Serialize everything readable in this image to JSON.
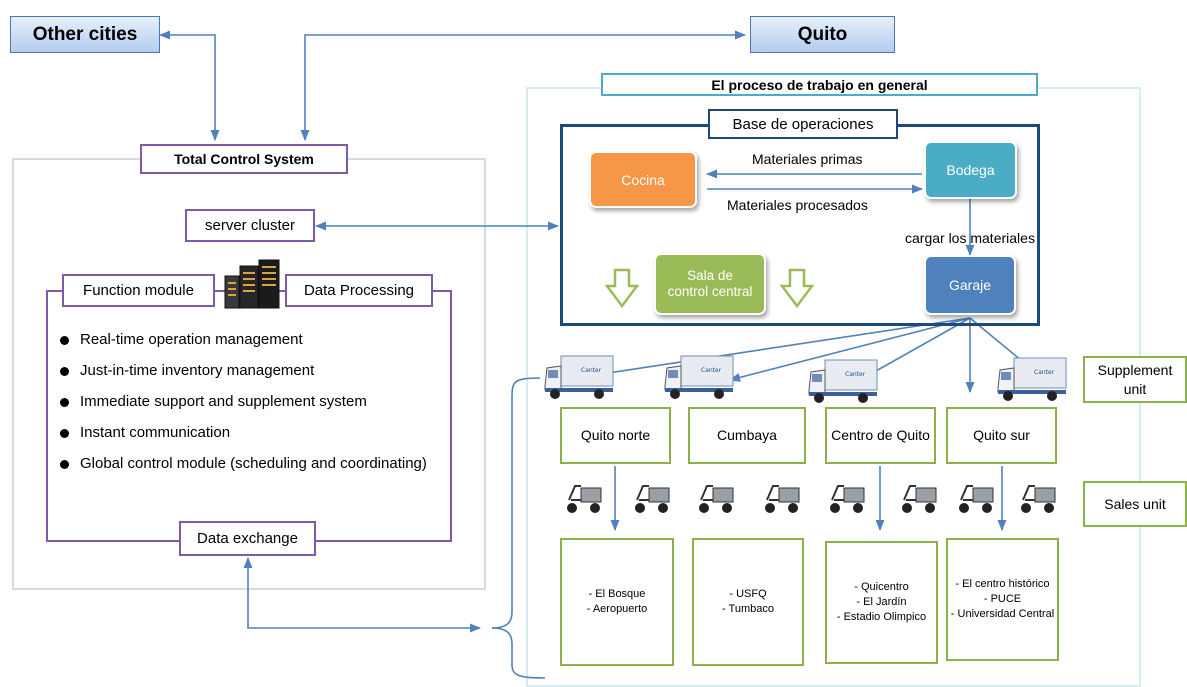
{
  "header": {
    "other_cities": "Other cities",
    "quito": "Quito"
  },
  "left": {
    "title": "Total Control System",
    "server_cluster": "server cluster",
    "function_module": "Function module",
    "data_processing": "Data Processing",
    "data_exchange": "Data exchange",
    "functions": [
      "Real-time operation management",
      "Just-in-time inventory management",
      "Immediate support and supplement system",
      "Instant communication",
      "Global control module (scheduling and coordinating)"
    ]
  },
  "right": {
    "title": "El proceso de trabajo en general",
    "base": "Base de operaciones",
    "cocina": "Cocina",
    "bodega": "Bodega",
    "garaje": "Garaje",
    "sala": "Sala de control central",
    "materiales_primas": "Materiales primas",
    "materiales_procesados": "Materiales procesados",
    "cargar": "cargar los materiales",
    "supplement_unit": "Supplement unit",
    "sales_unit": "Sales unit",
    "zones": [
      "Quito norte",
      "Cumbaya",
      "Centro de Quito",
      "Quito sur"
    ],
    "destinations": [
      "- El Bosque\n- Aeropuerto",
      "- USFQ\n- Tumbaco",
      "- Quicentro\n- El Jardín\n- Estadio Olimpico",
      "- El centro histórico\n- PUCE\n- Universidad Central"
    ]
  },
  "colors": {
    "cocina": "#f79646",
    "bodega": "#4bacc6",
    "garaje": "#4f81bd",
    "sala": "#9bbb59",
    "arrow": "#4f81bd",
    "purple": "#7d5ba6",
    "green": "#8db04a"
  },
  "icons": [
    "server-icon",
    "delivery-truck-icon",
    "electric-tricycle-icon",
    "hollow-down-arrow-icon"
  ]
}
